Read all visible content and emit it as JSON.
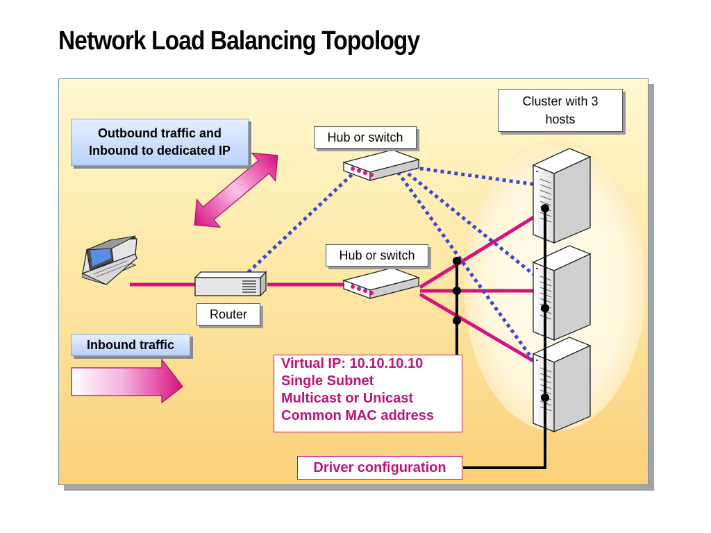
{
  "title": "Network Load Balancing Topology",
  "labels": {
    "cluster": [
      "Cluster with 3",
      "hosts"
    ],
    "outbound": [
      "Outbound traffic and",
      "Inbound to dedicated IP"
    ],
    "hub_top": "Hub or switch",
    "hub_mid": "Hub or switch",
    "router": "Router",
    "inbound": "Inbound traffic",
    "vip_lines": [
      "Virtual IP: 10.10.10.10",
      "Single Subnet",
      "Multicast or Unicast",
      "Common MAC address"
    ],
    "driver": "Driver configuration"
  },
  "colors": {
    "link": "#d6117f",
    "dotted": "#3b47d0",
    "control": "#000000",
    "accent_text": "#c0127c"
  },
  "icons": [
    "laptop-icon",
    "router-icon",
    "hub-icon",
    "server-icon",
    "double-arrow-icon",
    "right-arrow-icon"
  ]
}
